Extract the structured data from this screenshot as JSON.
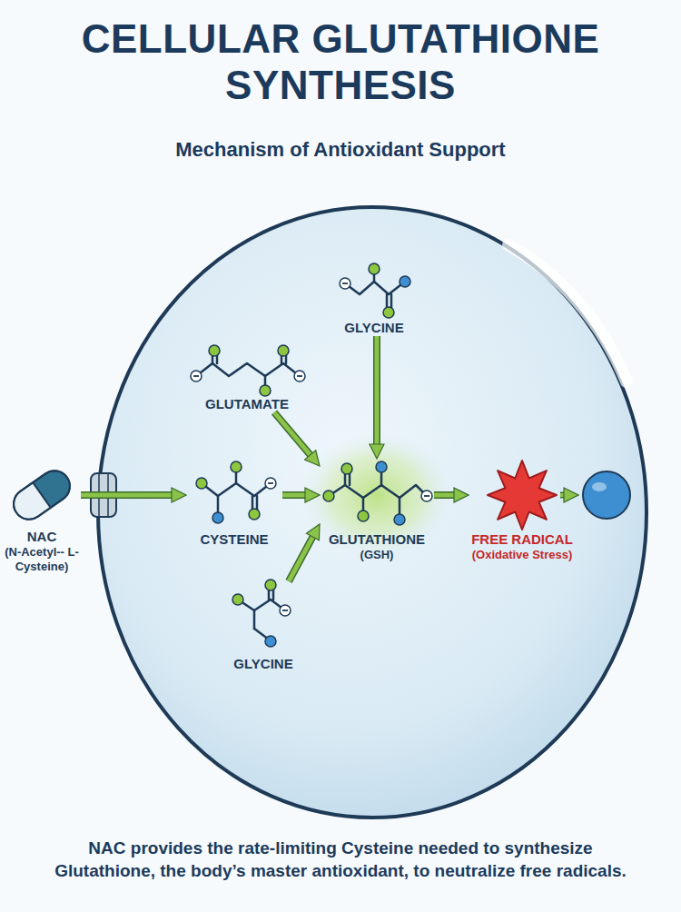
{
  "diagram": {
    "title": "CELLULAR GLUTATHIONE SYNTHESIS",
    "caption": "NAC provides the rate-limiting Cysteine needed to synthesize Glutathione, the body’s master antioxidant, to neutralize free radicals.",
    "nodes": [
      {
        "text": [
          "GLYCINE"
        ]
      },
      {
        "text": [
          "GLUTAMATE"
        ]
      },
      {
        "text": [
          "NAC",
          "(N-Acetyl-- L-Cysteine)"
        ]
      },
      {
        "text": [
          "CYSTEINE"
        ]
      },
      {
        "text": [
          "GLUTATHIONE",
          "(GSH)"
        ]
      },
      {
        "text": [
          "FREE RADICAL",
          "(Oxidative Stress)"
        ]
      },
      {
        "text": [
          "GLYCINE"
        ]
      }
    ],
    "edges": [
      {
        "from": 2,
        "to": 3,
        "arrow": "to"
      },
      {
        "from": 1,
        "to": 4,
        "arrow": "to"
      },
      {
        "from": 0,
        "to": 4,
        "arrow": "to"
      },
      {
        "from": 3,
        "to": 4,
        "arrow": "to"
      },
      {
        "from": 6,
        "to": 4,
        "arrow": "to"
      },
      {
        "from": 4,
        "to": 5,
        "arrow": "to"
      }
    ],
    "labels": [
      "Mechanism of Antioxidant Support"
    ]
  }
}
